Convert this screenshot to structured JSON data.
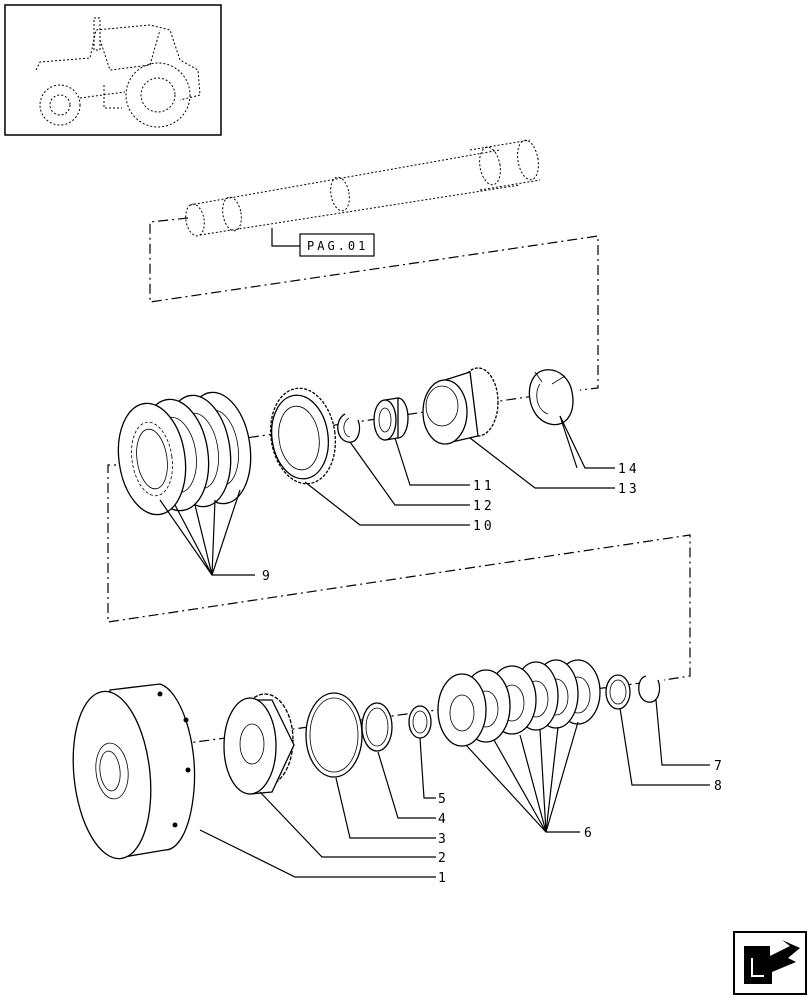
{
  "reference_tag": "PAG.01",
  "callouts": [
    "1",
    "2",
    "3",
    "4",
    "5",
    "6",
    "7",
    "8",
    "9",
    "10",
    "11",
    "12",
    "13",
    "14"
  ],
  "icons": {
    "thumbnail": "tractor-thumbnail-icon",
    "nav": "next-page-arrow-icon"
  }
}
